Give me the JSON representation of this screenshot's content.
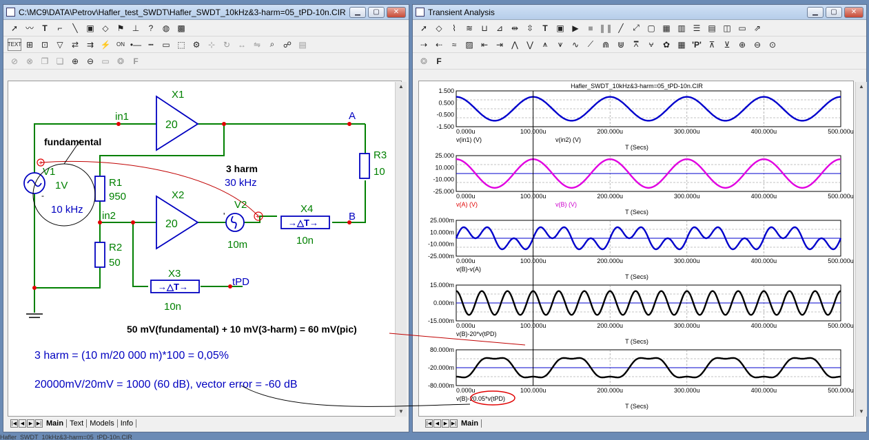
{
  "left_window": {
    "title": "C:\\MC9\\DATA\\Petrov\\Hafler_test_SWDT\\Hafler_SWDT_10kHz&3-harm=05_tPD-10n.CIR",
    "tabs": [
      "Main",
      "Text",
      "Models",
      "Info"
    ],
    "active_tab": "Main"
  },
  "right_window": {
    "title": "Transient Analysis",
    "tabs": [
      "Main"
    ],
    "active_tab": "Main"
  },
  "status_bar": "Hafler_SWDT_10kHz&3-harm=05_tPD-10n.CIR",
  "schematic": {
    "nodes": {
      "in1": "in1",
      "in2": "in2",
      "a": "A",
      "b": "B",
      "tpd": "tPD"
    },
    "components": {
      "x1": {
        "name": "X1",
        "value": "20"
      },
      "x2": {
        "name": "X2",
        "value": "20"
      },
      "x3": {
        "name": "X3",
        "value": "10n"
      },
      "x4": {
        "name": "X4",
        "value": "10n"
      },
      "v1": {
        "name": "V1",
        "value": "1V",
        "freq": "10 kHz"
      },
      "v2": {
        "name": "V2",
        "value": "10m"
      },
      "r1": {
        "name": "R1",
        "value": "950"
      },
      "r2": {
        "name": "R2",
        "value": "50"
      },
      "r3": {
        "name": "R3",
        "value": "10"
      }
    },
    "annotations": {
      "fundamental": "fundamental",
      "harm_title": "3 harm",
      "harm_freq": "30 kHz",
      "summary": "50 mV(fundamental) + 10 mV(3-harm) = 60 mV(pic)",
      "formula1": "3 harm = (10 m/20 000 m)*100 = 0,05%",
      "formula2": "20000mV/20mV = 1000 (60 dB), vector error = -60 dB"
    },
    "colors": {
      "wire": "#008000",
      "part": "#0000c0",
      "label": "#008000",
      "node": "#e00000",
      "note": "#0000c0"
    }
  },
  "chart_data": {
    "title": "Hafler_SWDT_10kHz&3-harm=05_tPD-10n.CIR",
    "type": "line",
    "x_unit_label": "T (Secs)",
    "x_ticks": [
      "0.000u",
      "100.000u",
      "200.000u",
      "300.000u",
      "400.000u",
      "500.000u"
    ],
    "cursor_x": 100,
    "plots": [
      {
        "yticks": [
          "1.500",
          "0.500",
          "-0.500",
          "-1.500"
        ],
        "ylim": [
          -1.5,
          1.5
        ],
        "series": [
          {
            "name": "v(in1) (V)",
            "color": "#0000cc",
            "label_color": "#000000",
            "freq_khz": 10,
            "phase": 0,
            "amp": 1.0
          }
        ],
        "label2": "v(in2) (V)"
      },
      {
        "yticks": [
          "25.000",
          "10.000",
          "-10.000",
          "-25.000"
        ],
        "ylim": [
          -25,
          25
        ],
        "series": [
          {
            "name": "v(A) (V)",
            "color": "#e000e0",
            "label_color": "#e00000",
            "freq_khz": 10,
            "phase": 0,
            "amp": 20
          }
        ],
        "label2": "v(B) (V)",
        "label2_color": "#cc00cc",
        "hline": 0
      },
      {
        "yticks": [
          "25.000m",
          "10.000m",
          "-10.000m",
          "-25.000m"
        ],
        "ylim": [
          -25,
          25
        ],
        "series": [
          {
            "name": "v(B)-v(A)",
            "color": "#0000cc",
            "label_color": "#000000",
            "composite": true,
            "a1": 10,
            "a3": 10
          }
        ],
        "hline": 0
      },
      {
        "yticks": [
          "15.000m",
          "0.000m",
          "-15.000m"
        ],
        "ylim": [
          -15,
          15
        ],
        "series": [
          {
            "name": "v(B)-20*v(tPD)",
            "color": "#000000",
            "label_color": "#000000",
            "freq_khz": 30,
            "phase": 0,
            "amp": 10
          }
        ],
        "hline": 0
      },
      {
        "yticks": [
          "80.000m",
          "-20.000m",
          "-80.000m"
        ],
        "ylim": [
          -80,
          80
        ],
        "series": [
          {
            "name": "v(B)-20.05*v(tPD)",
            "color": "#000000",
            "label_color": "#000000",
            "composite": true,
            "a1": 50,
            "a3": 10,
            "invert": true
          }
        ],
        "hline": 0
      }
    ]
  }
}
